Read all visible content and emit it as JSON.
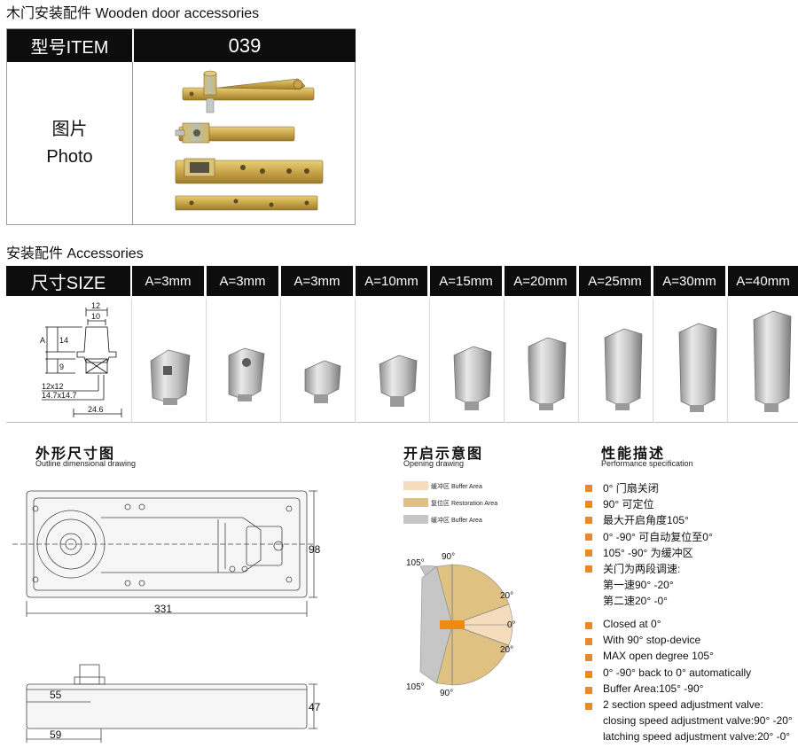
{
  "page_title": "木门安装配件  Wooden door accessories",
  "item_table": {
    "item_label": "型号ITEM",
    "item_value": "039",
    "photo_label_cn": "图片",
    "photo_label_en": "Photo"
  },
  "accessories": {
    "title": "安装配件  Accessories",
    "size_label": "尺寸SIZE",
    "sizes": [
      "A=3mm",
      "A=3mm",
      "A=3mm",
      "A=10mm",
      "A=15mm",
      "A=20mm",
      "A=25mm",
      "A=30mm",
      "A=40mm"
    ],
    "drawing_dims": {
      "d12": "12",
      "d10": "10",
      "d14": "14",
      "dA": "A",
      "d9": "9",
      "sq1": "12x12",
      "sq2": "14.7x14.7",
      "d246": "24.6"
    }
  },
  "outline": {
    "title_cn": "外形尺寸图",
    "title_en": "Outline dimensional drawing",
    "dims": {
      "width": "331",
      "height": "98",
      "d55": "55",
      "d47": "47",
      "d59": "59"
    }
  },
  "opening": {
    "title_cn": "开启示意图",
    "title_en": "Opening drawing",
    "legend": [
      {
        "label": "缓冲区 Buffer Area",
        "color": "#f4dcbc"
      },
      {
        "label": "复位区 Restoration Area",
        "color": "#dfc182"
      },
      {
        "label": "缓冲区 Buffer Area",
        "color": "#c6c6c6"
      }
    ],
    "angles": {
      "a105_top": "105°",
      "a90_top": "90°",
      "a20_top": "20°",
      "a0": "0°",
      "a20_bot": "20°",
      "a105_bot": "105°",
      "a90_bot": "90°"
    }
  },
  "performance": {
    "title_cn": "性能描述",
    "title_en": "Performance specification",
    "cn_items": [
      {
        "text": "0° 门扇关闭",
        "bullet": true
      },
      {
        "text": "90° 可定位",
        "bullet": true
      },
      {
        "text": "最大开启角度105°",
        "bullet": true
      },
      {
        "text": "0° -90° 可自动复位至0°",
        "bullet": true
      },
      {
        "text": "105° -90° 为缓冲区",
        "bullet": true
      },
      {
        "text": "关门为两段调速:",
        "bullet": true
      },
      {
        "text": "第一速90° -20°",
        "bullet": false
      },
      {
        "text": "第二速20° -0°",
        "bullet": false
      }
    ],
    "en_items": [
      {
        "text": "Closed at 0°",
        "bullet": true
      },
      {
        "text": "With 90° stop-device",
        "bullet": true
      },
      {
        "text": "MAX open degree 105°",
        "bullet": true
      },
      {
        "text": "0° -90° back to 0° automatically",
        "bullet": true
      },
      {
        "text": "Buffer Area:105° -90°",
        "bullet": true
      },
      {
        "text": "2 section speed adjustment valve:",
        "bullet": true
      },
      {
        "text": "closing speed adjustment valve:90° -20°",
        "bullet": false
      },
      {
        "text": "latching speed adjustment valve:20° -0°",
        "bullet": false
      }
    ]
  }
}
